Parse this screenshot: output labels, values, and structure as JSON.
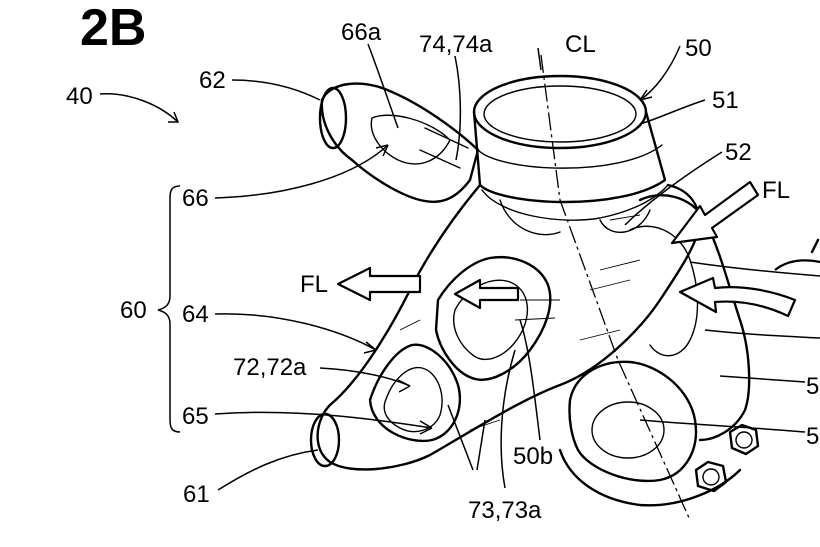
{
  "figure": {
    "title": "2B"
  },
  "labels": {
    "l40": "40",
    "l62": "62",
    "l66a": "66a",
    "l74": "74,74a",
    "lcl": "CL",
    "l50": "50",
    "l51": "51",
    "l52": "52",
    "lfl_right": "FL",
    "l66": "66",
    "lfl_left": "FL",
    "l60": "60",
    "l64": "64",
    "l72": "72,72a",
    "l65": "65",
    "l50b": "50b",
    "l61": "61",
    "l73": "73,73a",
    "l5x": "5",
    "l5y": "5"
  }
}
